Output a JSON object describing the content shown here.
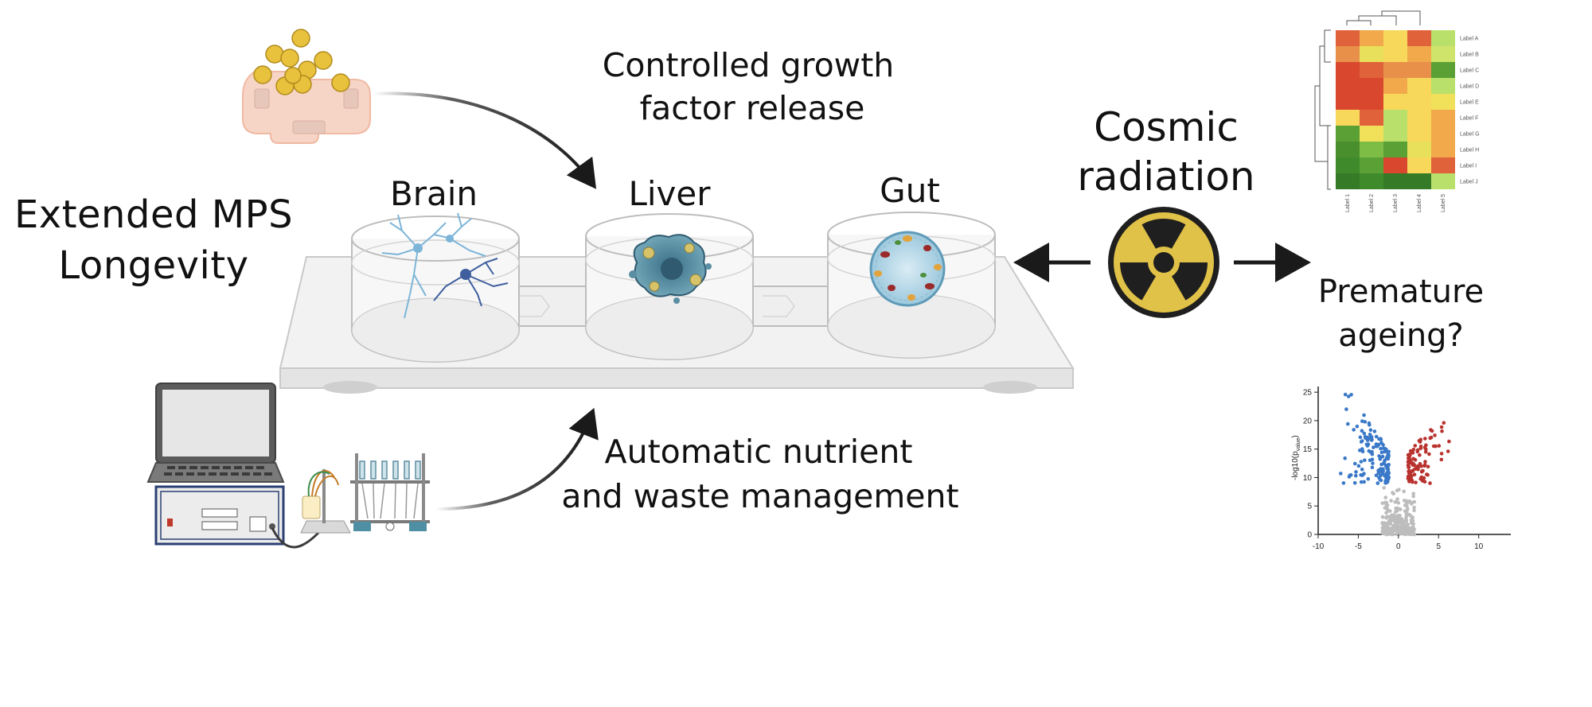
{
  "title_lines": [
    "Extended MPS",
    "Longevity"
  ],
  "organs": [
    "Brain",
    "Liver",
    "Gut"
  ],
  "growth_factor_lines": [
    "Controlled growth",
    "factor release"
  ],
  "nutrient_lines": [
    "Automatic nutrient",
    "and waste management"
  ],
  "radiation_lines": [
    "Cosmic",
    "radiation"
  ],
  "ageing_lines": [
    "Premature",
    "ageing?"
  ],
  "heatmap": {
    "row_labels": [
      "Label A",
      "Label B",
      "Label C",
      "Label D",
      "Label E",
      "Label F",
      "Label G",
      "Label H",
      "Label I",
      "Label J"
    ],
    "col_labels": [
      "Label 1",
      "Label 2",
      "Label 3",
      "Label 4",
      "Label 5"
    ],
    "colors": [
      [
        "#e0623b",
        "#f1a94c",
        "#f7d85a",
        "#e0623b",
        "#b9e06a"
      ],
      [
        "#e8904a",
        "#e8e05a",
        "#f7d85a",
        "#f1a94c",
        "#cfe46a"
      ],
      [
        "#d9472f",
        "#e0623b",
        "#e8904a",
        "#e8904a",
        "#5aa035"
      ],
      [
        "#d9472f",
        "#d9472f",
        "#f1a94c",
        "#f7d85a",
        "#b9e06a"
      ],
      [
        "#d9472f",
        "#d9472f",
        "#f7d85a",
        "#f7d85a",
        "#f1e05a"
      ],
      [
        "#f7d85a",
        "#e0623b",
        "#b9e06a",
        "#f7d85a",
        "#f1a94c"
      ],
      [
        "#5aa035",
        "#f1e05a",
        "#b9e06a",
        "#f7d85a",
        "#f1a94c"
      ],
      [
        "#4a8f2e",
        "#7dbd45",
        "#5aa035",
        "#e8e05a",
        "#f1a94c"
      ],
      [
        "#3f8a2b",
        "#5aa035",
        "#d9472f",
        "#f7d85a",
        "#e0623b"
      ],
      [
        "#357a26",
        "#3f8a2b",
        "#357a26",
        "#357a26",
        "#b9e06a"
      ]
    ]
  },
  "volcano": {
    "ylabel": "-log10(p",
    "ylabel_sub": "value",
    "ylabel_end": ")",
    "x_ticks": [
      "-10",
      "-5",
      "0",
      "5",
      "10"
    ],
    "y_ticks": [
      "0",
      "5",
      "10",
      "15",
      "20",
      "25"
    ],
    "colors": {
      "down": "#3a78c8",
      "up": "#b8322e",
      "ns": "#bdbdbd"
    }
  }
}
